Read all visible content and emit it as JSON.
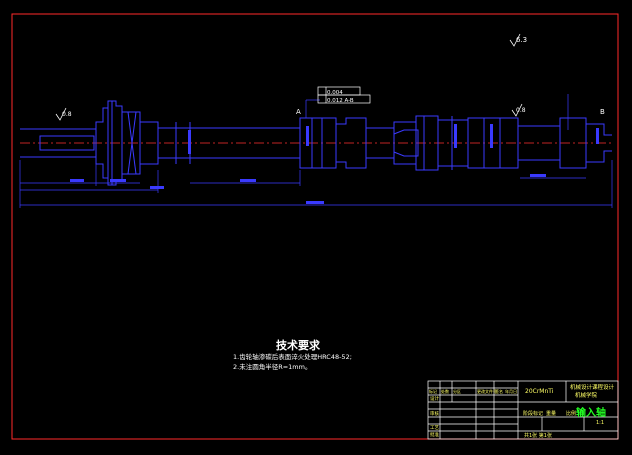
{
  "drawing": {
    "surface_roughness_corner": "6.3",
    "surface_roughness_left": "0.8",
    "surface_roughness_right": "0.8",
    "geometric_tolerance": [
      "0.004",
      "0.012 A-B"
    ],
    "datum_left": "A",
    "datum_right": "B"
  },
  "technical_requirements": {
    "heading": "技术要求",
    "items": [
      "1.齿轮轴渗碳后表面淬火处理HRC48-52;",
      "2.未注圆角半径R=1mm。"
    ]
  },
  "title_block": {
    "material": "20CrMnTi",
    "school": "机械设计课程设计",
    "dept": "机械学院",
    "part_name": "输入轴",
    "scale": "1:1",
    "labels": [
      "标记",
      "处数",
      "分区",
      "更改文件号",
      "签名",
      "年月日"
    ],
    "row_labels": [
      "设计",
      "审核",
      "工艺",
      "批准"
    ],
    "stage_labels": [
      "阶段标记",
      "重量",
      "比例"
    ],
    "sheet": "共1张 第1张"
  },
  "colors": {
    "border": "#ff2a2a",
    "geometry": "#3a3aff",
    "centerline": "#ff3030",
    "dimension": "#3a3aff",
    "text": "#ffffff",
    "part_name": "#22ff22",
    "title_block_text": "#ffff66"
  }
}
